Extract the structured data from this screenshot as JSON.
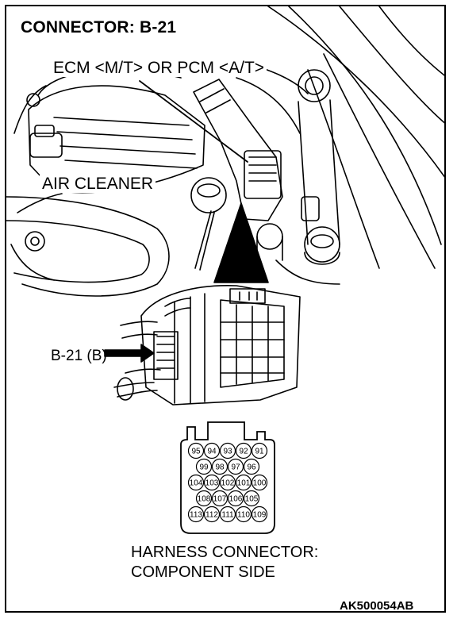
{
  "title": "CONNECTOR: B-21",
  "callouts": {
    "ecm_pcm": "ECM <M/T> OR PCM <A/T>",
    "air_cleaner": "AIR CLEANER",
    "connector_ref": "B-21 (B)"
  },
  "harness_caption": {
    "line1": "HARNESS CONNECTOR:",
    "line2": "COMPONENT SIDE"
  },
  "pin_rows": [
    [
      "95",
      "94",
      "93",
      "92",
      "91"
    ],
    [
      "99",
      "98",
      "97",
      "96"
    ],
    [
      "104",
      "103",
      "102",
      "101",
      "100"
    ],
    [
      "108",
      "107",
      "106",
      "105"
    ],
    [
      "113",
      "112",
      "111",
      "110",
      "109"
    ]
  ],
  "figure_code": "AK500054AB"
}
